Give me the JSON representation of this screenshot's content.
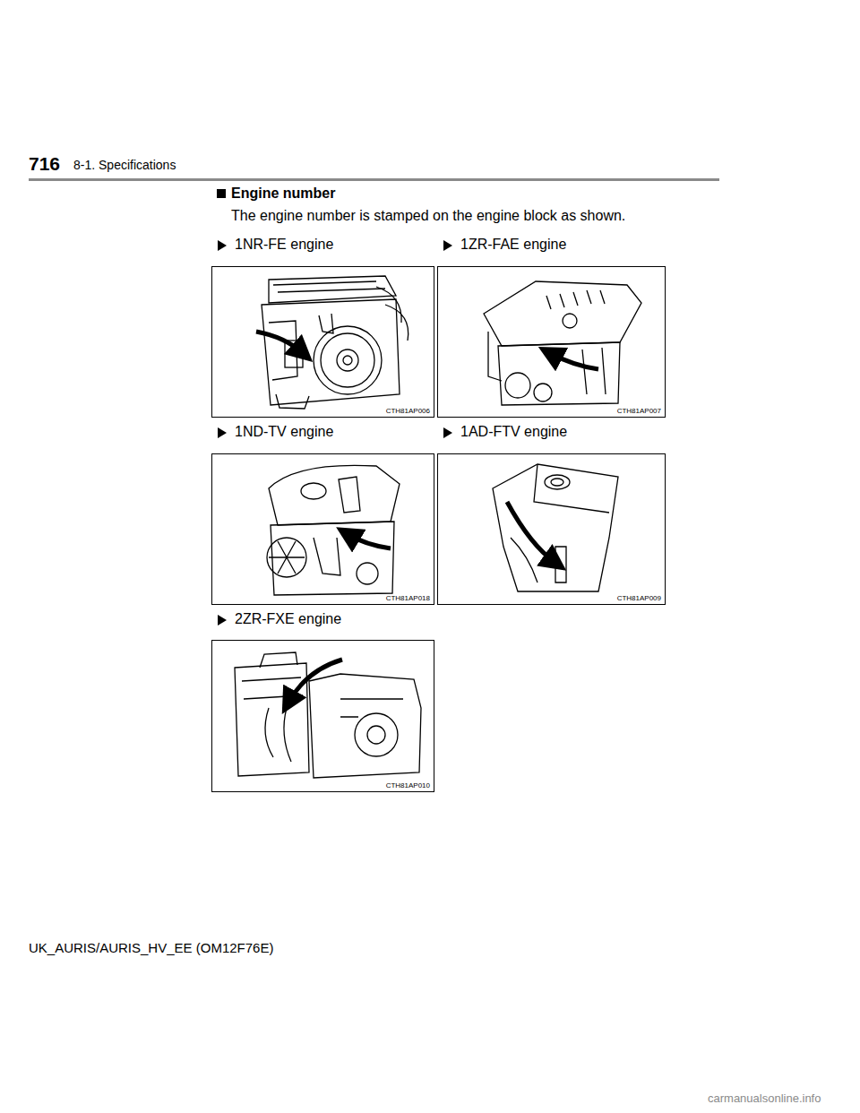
{
  "diagram": {
    "title": "Engine number",
    "nodes": [
      {
        "text": [
          "CTH81AP006"
        ]
      },
      {
        "text": [
          "CTH81AP007"
        ]
      },
      {
        "text": [
          "CTH81AP018"
        ]
      },
      {
        "text": [
          "CTH81AP009"
        ]
      },
      {
        "text": [
          "CTH81AP010"
        ]
      }
    ],
    "labels": [
      "716",
      "8-1. Specifications",
      "The engine number is stamped on the engine block as shown.",
      "1NR-FE engine",
      "1ZR-FAE engine",
      "1ND-TV engine",
      "1AD-FTV engine",
      "2ZR-FXE engine",
      "UK_AURIS/AURIS_HV_EE (OM12F76E)",
      "carmanualsonline.info"
    ]
  }
}
